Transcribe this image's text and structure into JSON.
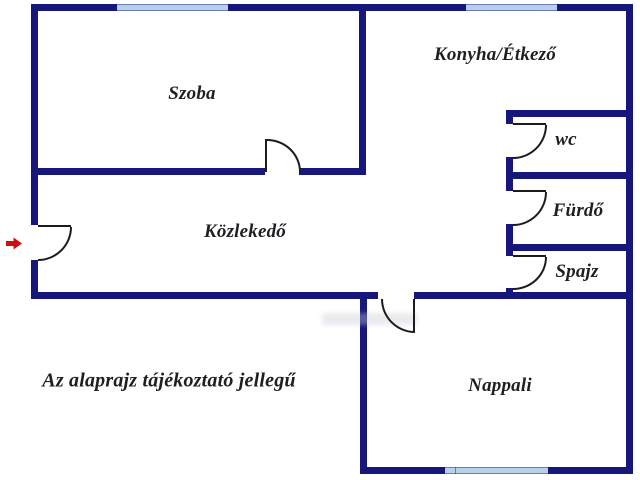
{
  "rooms": {
    "szoba": {
      "label": "Szoba"
    },
    "konyha_etkezo": {
      "label": "Konyha/Étkező"
    },
    "wc": {
      "label": "wc"
    },
    "furdo": {
      "label": "Fürdő"
    },
    "spajz": {
      "label": "Spajz"
    },
    "kozlekedo": {
      "label": "Közlekedő"
    },
    "nappali": {
      "label": "Nappali"
    }
  },
  "disclaimer": "Az alaprajz tájékoztató jellegű",
  "entrance": {
    "marker_icon": "red-right-arrow"
  },
  "colors": {
    "wall": "#16167b",
    "window": "#b8cfe9",
    "door": "#1c1c1c",
    "ink": "#1f1f23",
    "arrow": "#cc1111",
    "background": "#ffffff"
  }
}
